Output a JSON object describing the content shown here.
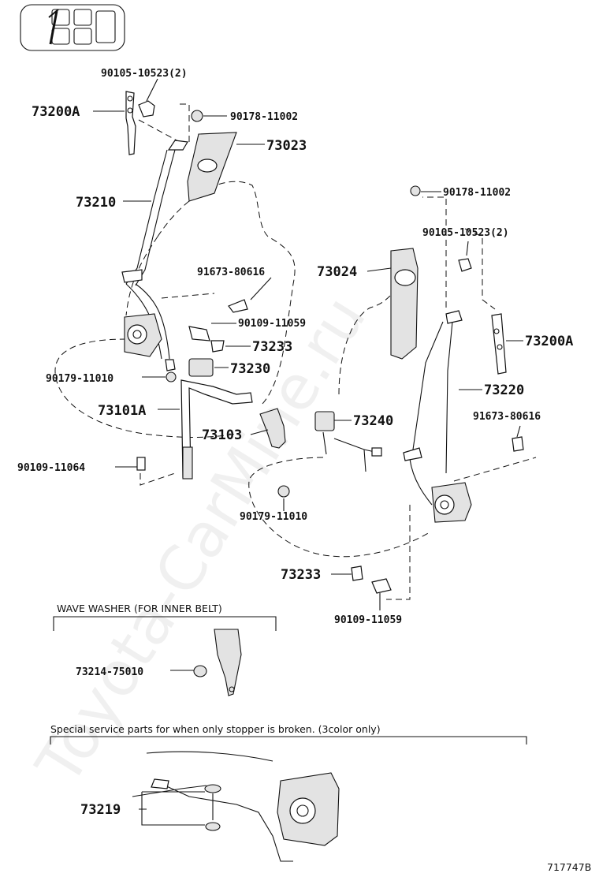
{
  "labels": {
    "p_90105_top": "90105-10523(2)",
    "p_73200A_left": "73200A",
    "p_90178_top": "90178-11002",
    "p_73023": "73023",
    "p_73210": "73210",
    "p_91673_left": "91673-80616",
    "p_90109_11059_a": "90109-11059",
    "p_73233_a": "73233",
    "p_73230": "73230",
    "p_90179_left": "90179-11010",
    "p_73101A": "73101A",
    "p_73103": "73103",
    "p_90109_11064": "90109-11064",
    "p_90178_right": "90178-11002",
    "p_90105_right": "90105-10523(2)",
    "p_73024": "73024",
    "p_73200A_right": "73200A",
    "p_73220": "73220",
    "p_91673_right": "91673-80616",
    "p_73240": "73240",
    "p_90179_right": "90179-11010",
    "p_73233_b": "73233",
    "p_90109_11059_b": "90109-11059",
    "p_73214": "73214-75010",
    "p_73219": "73219"
  },
  "notes": {
    "wave_washer": "WAVE WASHER (FOR INNER BELT)",
    "special_service": "Special service parts for when only stopper is broken. (3color only)"
  },
  "figure_number": "717747B",
  "watermark": "Toyota-CarMine.ru"
}
